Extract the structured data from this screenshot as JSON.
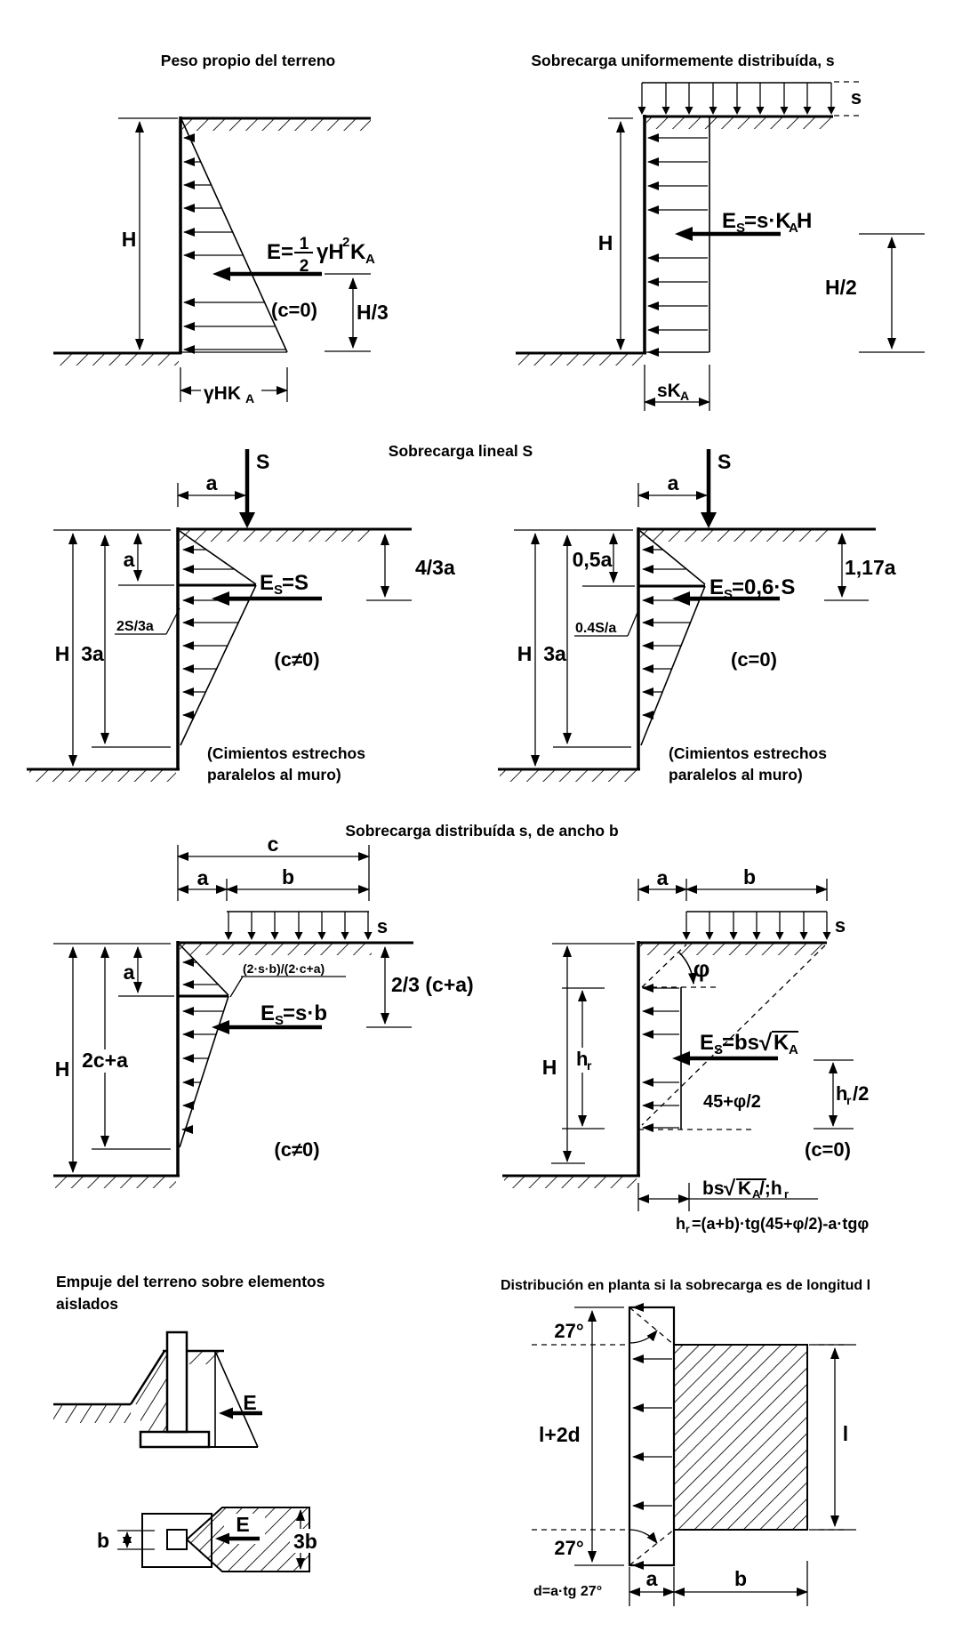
{
  "meta": {
    "background": "#ffffff",
    "ink": "#000000"
  },
  "d1": {
    "title": "Peso propio del terreno",
    "H": "H",
    "fE": "E=",
    "fnum": "1",
    "fden": "2",
    "fbody": "γH",
    "fsup": "2",
    "fK": "K",
    "fKsub": "A",
    "c0": "(c=0)",
    "H3": "H/3",
    "dim": "γHK",
    "dimsub": "A"
  },
  "d2": {
    "title": "Sobrecarga uniformemente distribuída, s",
    "s": "s",
    "H": "H",
    "fE": "E",
    "fEsub": "S",
    "f1": "=s·K",
    "fKsub": "A",
    "f2": "H",
    "H2": "H/2",
    "dim": "sK",
    "dimsub": "A"
  },
  "lineal": {
    "title": "Sobrecarga lineal S",
    "left": {
      "S": "S",
      "a": "a",
      "aside": "a",
      "H": "H",
      "a3": "3a",
      "d43": "4/3a",
      "p": "2S/3a",
      "fE": "E",
      "fEsub": "S",
      "f1": "=S",
      "cneq": "(c≠0)",
      "n1": "(Cimientos estrechos",
      "n2": "paralelos al muro)"
    },
    "right": {
      "S": "S",
      "a": "a",
      "a05": "0,5a",
      "H": "H",
      "a3": "3a",
      "d117": "1,17a",
      "p": "0.4S/a",
      "fE": "E",
      "fEsub": "S",
      "f1": "=0,6·S",
      "c0": "(c=0)",
      "n1": "(Cimientos estrechos",
      "n2": "paralelos al muro)"
    }
  },
  "ancho": {
    "title": "Sobrecarga distribuída s, de ancho b",
    "left": {
      "c": "c",
      "a": "a",
      "b": "b",
      "s": "s",
      "aside": "a",
      "H": "H",
      "d2ca": "2c+a",
      "p": "(2·s·b)/(2·c+a)",
      "d23": "2/3 (c+a)",
      "fE": "E",
      "fEsub": "S",
      "f1": "=s·b",
      "cneq": "(c≠0)"
    },
    "right": {
      "a": "a",
      "b": "b",
      "s": "s",
      "phi": "φ",
      "H": "H",
      "hrh": "h",
      "hrsub": "r",
      "angle": "45+φ/2",
      "fE": "E",
      "fEsub": "S",
      "f1": "=bs",
      "fsqrt": "√",
      "fK": "K",
      "fKsub": "A",
      "hr2h": "h",
      "hr2sub": "r",
      "hr2rest": "/2",
      "c0": "(c=0)",
      "w1": "bs",
      "wsqrt": "√",
      "wK": "K",
      "wKsub": "A",
      "w2": "/;h",
      "wsub": "r",
      "fh": "h",
      "fhsub": "r",
      "frest": "=(a+b)·tg(45+φ/2)-a·tgφ"
    }
  },
  "aislados": {
    "title1": "Empuje del terreno sobre elementos",
    "title2": "aislados",
    "E1": "E",
    "E2": "E",
    "b": "b",
    "b3": "3b"
  },
  "planta": {
    "title": "Distribución en planta si la sobrecarga es de longitud l",
    "deg1": "27°",
    "deg2": "27°",
    "l2d": "l+2d",
    "l": "l",
    "a": "a",
    "b": "b",
    "df": "d=a·tg 27°"
  }
}
